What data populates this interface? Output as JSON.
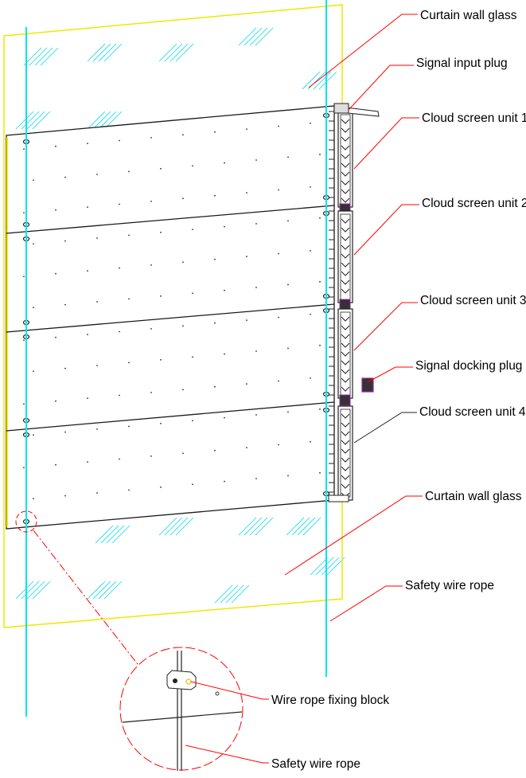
{
  "colors": {
    "glass_outline": "#f2e600",
    "wire_rope": "#00e5ee",
    "leader": "#ff0000",
    "line": "#1a1a1a",
    "hatch": "#00d8e8",
    "plug": "#9b1fa8"
  },
  "labels": {
    "curtain_wall_glass_top": "Curtain wall glass",
    "signal_input_plug": "Signal input plug",
    "cloud_screen_unit_1": "Cloud screen unit 1",
    "cloud_screen_unit_2": "Cloud screen unit 2",
    "cloud_screen_unit_3": "Cloud screen unit 3",
    "signal_docking_plug": "Signal docking plug",
    "cloud_screen_unit_4": "Cloud screen unit 4",
    "curtain_wall_glass_bottom": "Curtain wall glass",
    "safety_wire_rope_main": "Safety wire rope",
    "wire_rope_fixing_block": "Wire rope fixing block",
    "safety_wire_rope_detail": "Safety wire rope"
  }
}
